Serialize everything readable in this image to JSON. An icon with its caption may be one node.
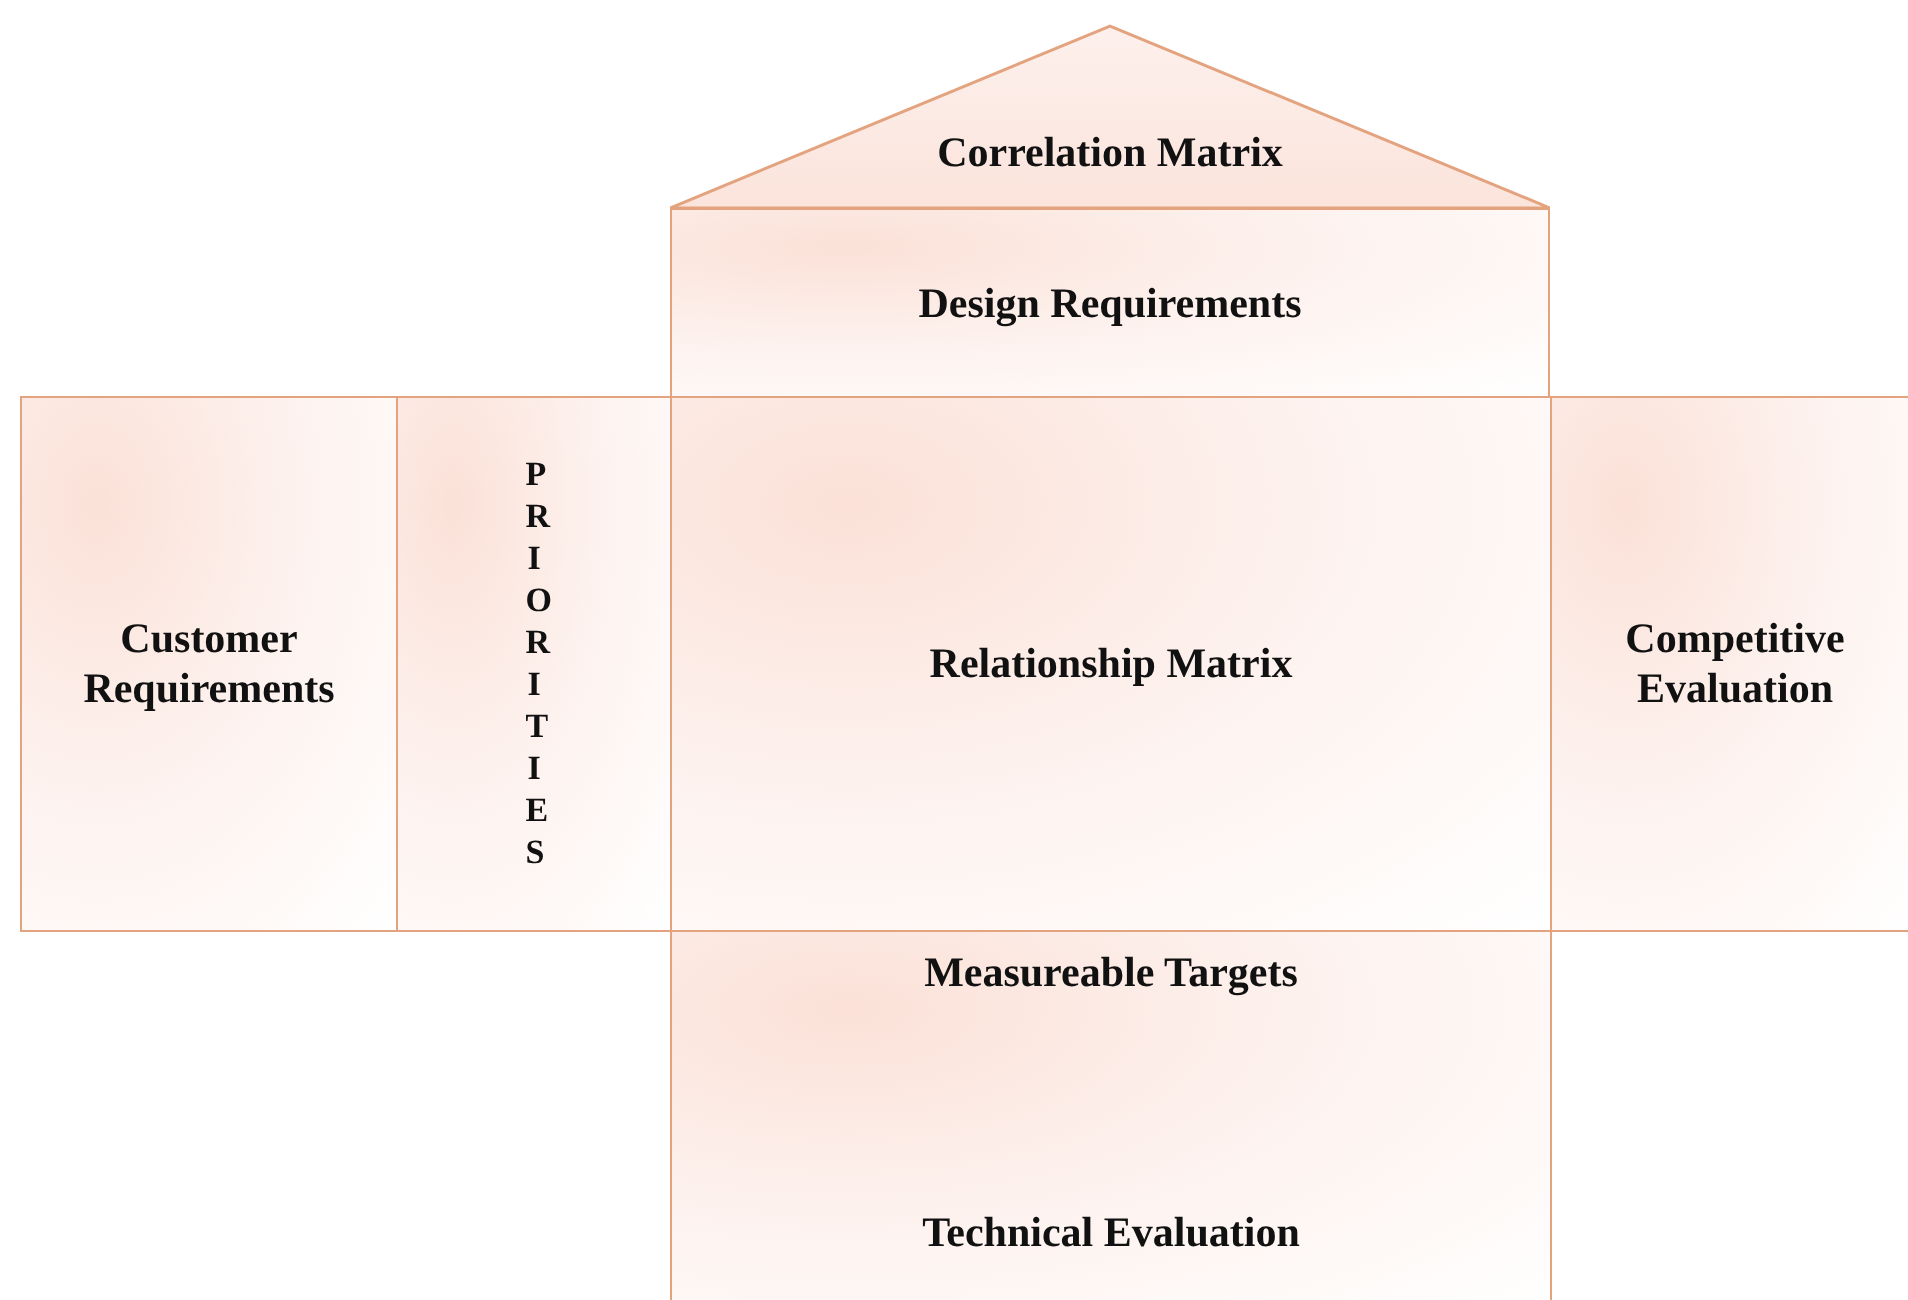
{
  "diagram": {
    "nodes": [
      {
        "text": [
          "Correlation Matrix"
        ]
      },
      {
        "text": [
          "Design Requirements"
        ]
      },
      {
        "text": [
          "Customer Requirements"
        ]
      },
      {
        "text": [
          "PRIORITIES"
        ]
      },
      {
        "text": [
          "Relationship Matrix"
        ]
      },
      {
        "text": [
          "Competitive Evaluation"
        ]
      },
      {
        "text": [
          "Measureable Targets",
          "Technical Evaluation"
        ]
      }
    ]
  }
}
